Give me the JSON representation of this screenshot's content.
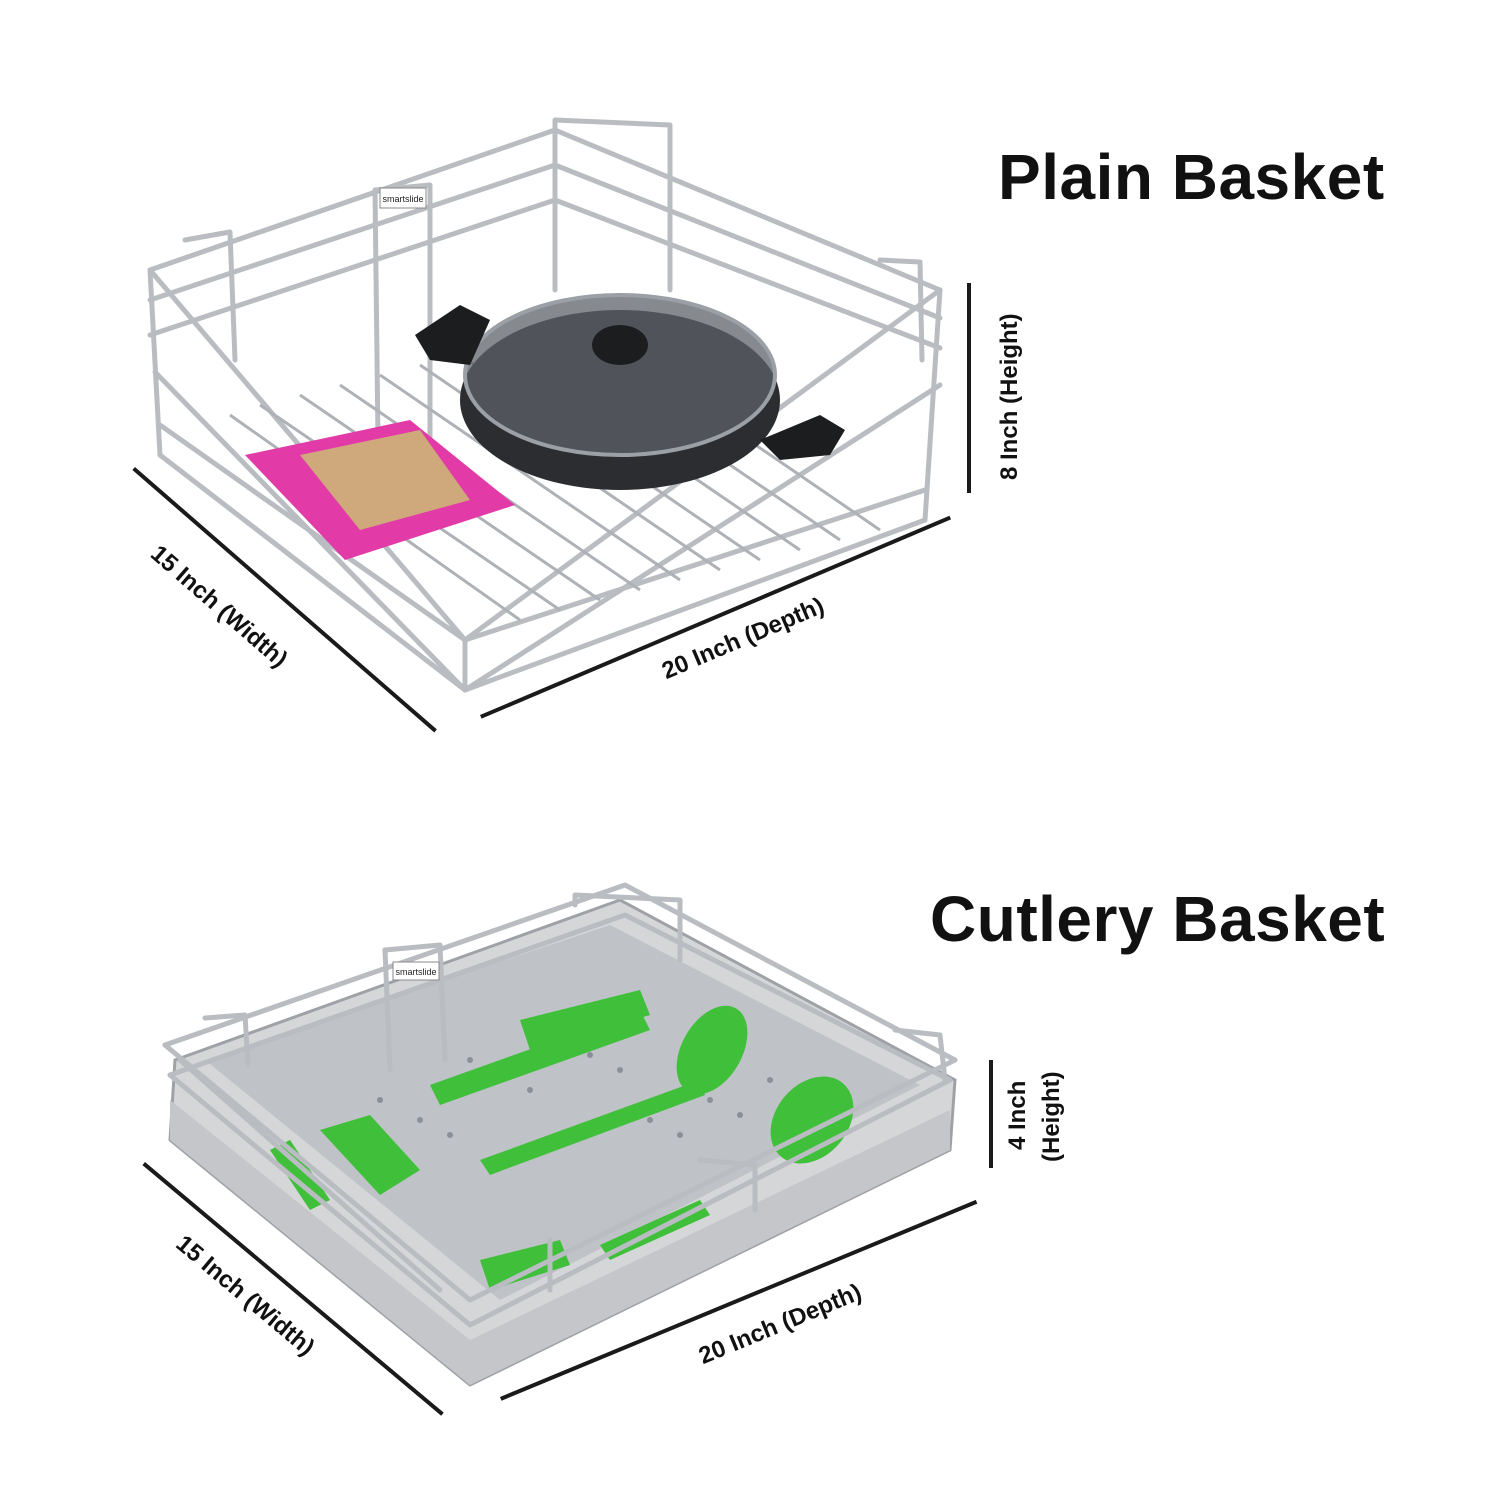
{
  "plain": {
    "title": "Plain Basket",
    "height_label": "8 Inch (Height)",
    "width_label": "15 Inch (Width)",
    "depth_label": "20 Inch (Depth)",
    "brand": "smartslide"
  },
  "cutlery": {
    "title": "Cutlery Basket",
    "height_label_1": "4 Inch",
    "height_label_2": "(Height)",
    "width_label": "15 Inch (Width)",
    "depth_label": "20 Inch (Depth)",
    "brand": "smartslide"
  },
  "colors": {
    "chrome": "#b9bcc1",
    "chrome_dark": "#7d8288",
    "pan": "#2b2d30",
    "pink": "#e23aa6",
    "green": "#3fbf3a",
    "steel": "#d5d6d8",
    "text": "#111111"
  }
}
